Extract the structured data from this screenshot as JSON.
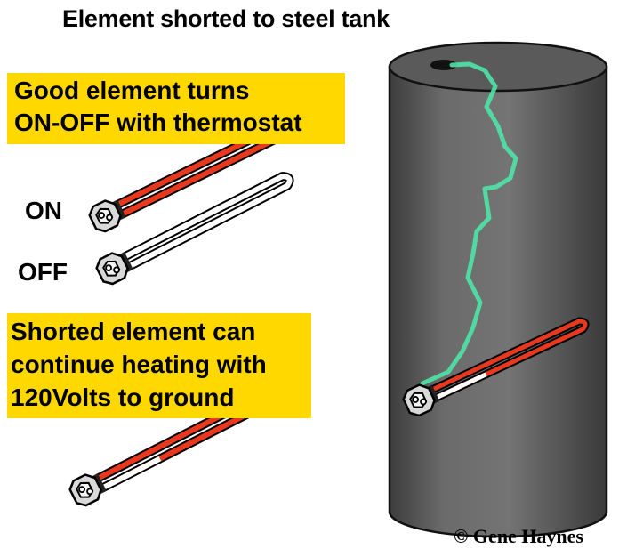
{
  "title": "Element shorted to steel tank",
  "good_box": {
    "line1": "Good element turns",
    "line2": "ON-OFF with thermostat"
  },
  "labels": {
    "on": "ON",
    "off": "OFF"
  },
  "shorted_box": {
    "line1": "Shorted element can",
    "line2": "continue heating with",
    "line3": "120Volts to ground"
  },
  "credit": "© Gene Haynes",
  "colors": {
    "highlight_yellow": "#ffd800",
    "element_hot": "#e8391e",
    "element_off": "#ffffff",
    "tank": "#5e5e5e",
    "short_path": "#4fe3a8"
  }
}
